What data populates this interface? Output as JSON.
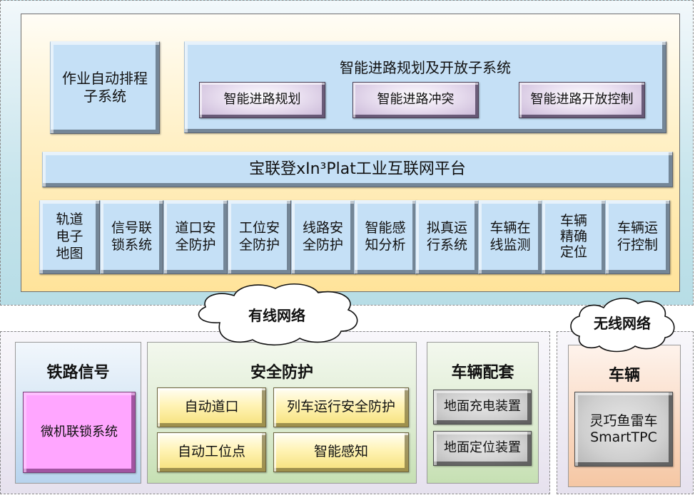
{
  "platform_layer": {
    "scheduling_subsystem": "作业自动排程\n子系统",
    "route_subsystem": {
      "title": "智能进路规划及开放子系统",
      "modules": [
        "智能进路规划",
        "智能进路冲突",
        "智能进路开放控制"
      ]
    },
    "platform_bar": "宝联登xIn³Plat工业互联网平台",
    "function_modules": [
      "轨道\n电子\n地图",
      "信号联\n锁系统",
      "道口安\n全防护",
      "工位安\n全防护",
      "线路安\n全防护",
      "智能感\n知分析",
      "拟真运\n行系统",
      "车辆在\n线监测",
      "车辆\n精确\n定位",
      "车辆运\n行控制"
    ]
  },
  "networks": {
    "wired": "有线网络",
    "wireless": "无线网络"
  },
  "field_layer": {
    "railway_signal": {
      "title": "铁路信号",
      "items": [
        "微机联锁系统"
      ]
    },
    "safety_protection": {
      "title": "安全防护",
      "items": [
        "自动道口",
        "列车运行安全防护",
        "自动工位点",
        "智能感知"
      ]
    },
    "vehicle_supporting": {
      "title": "车辆配套",
      "items": [
        "地面充电装置",
        "地面定位装置"
      ]
    },
    "vehicle": {
      "title": "车辆",
      "items": [
        "灵巧鱼雷车\nSmartTPC"
      ]
    }
  },
  "colors": {
    "module_blue": "#c5e0f6",
    "module_purple": "#e9dff0",
    "module_pink": "#ffa6ff",
    "module_yellow": "#fff3b4",
    "module_gray": "#cfcfcf",
    "panel_yellow": "#ffe39a"
  }
}
